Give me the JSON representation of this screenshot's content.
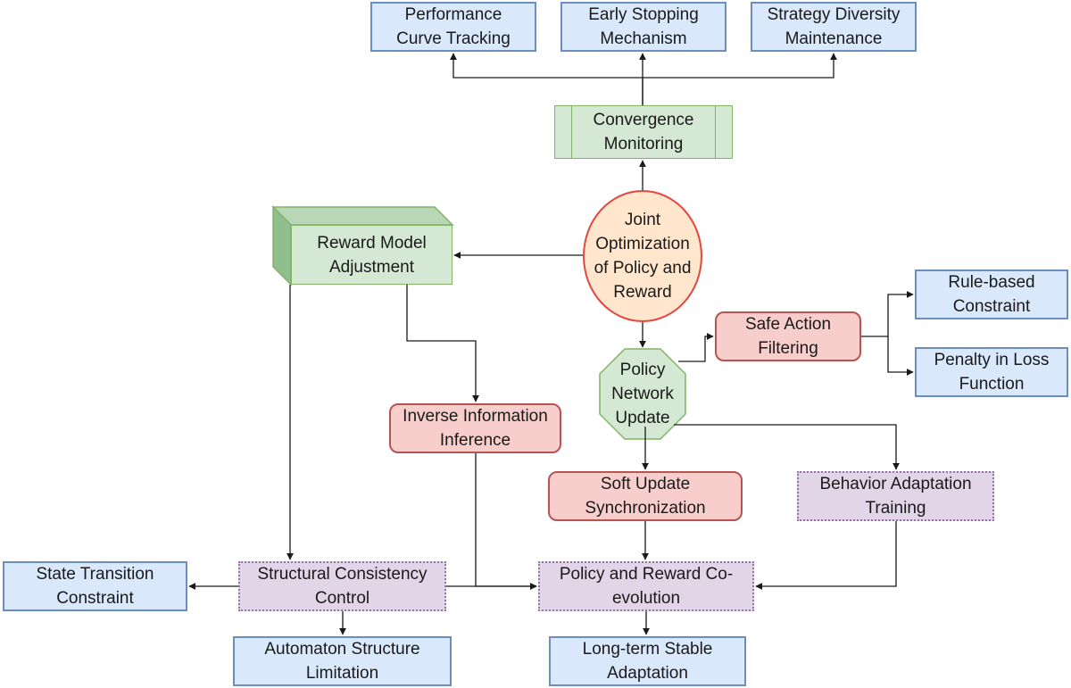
{
  "nodes": {
    "performance_curve_tracking": [
      "Performance",
      "Curve Tracking"
    ],
    "early_stopping": [
      "Early Stopping",
      "Mechanism"
    ],
    "strategy_diversity": [
      "Strategy Diversity",
      "Maintenance"
    ],
    "convergence_monitoring": [
      "Convergence",
      "Monitoring"
    ],
    "joint_optimization": [
      "Joint",
      "Optimization",
      "of Policy and",
      "Reward"
    ],
    "reward_model_adjustment": [
      "Reward Model",
      "Adjustment"
    ],
    "safe_action_filtering": [
      "Safe Action",
      "Filtering"
    ],
    "rule_based_constraint": [
      "Rule-based",
      "Constraint"
    ],
    "penalty_loss": [
      "Penalty in Loss",
      "Function"
    ],
    "policy_network_update": [
      "Policy",
      "Network",
      "Update"
    ],
    "inverse_information_inference": [
      "Inverse Information",
      "Inference"
    ],
    "soft_update": [
      "Soft Update",
      "Synchronization"
    ],
    "behavior_adaptation": [
      "Behavior Adaptation",
      "Training"
    ],
    "state_transition": [
      "State Transition",
      "Constraint"
    ],
    "structural_consistency": [
      "Structural Consistency",
      "Control"
    ],
    "policy_reward_coevolution": [
      "Policy and Reward Co-",
      "evolution"
    ],
    "automaton_structure": [
      "Automaton Structure",
      "Limitation"
    ],
    "long_term_stable": [
      "Long-term Stable",
      "Adaptation"
    ]
  },
  "colors": {
    "blue_fill": "#dae8fc",
    "blue_stroke": "#6c8ebf",
    "green_fill": "#d5e8d4",
    "green_stroke": "#82b366",
    "red_fill": "#f8cecc",
    "red_stroke": "#b85450",
    "purple_fill": "#e1d5e7",
    "purple_stroke": "#9673a6",
    "orange_fill": "#ffe6cc",
    "orange_stroke": "#e3473f",
    "edge": "#1a1a1a"
  },
  "edges": [
    {
      "from": "convergence_monitoring",
      "to": "performance_curve_tracking"
    },
    {
      "from": "convergence_monitoring",
      "to": "early_stopping"
    },
    {
      "from": "convergence_monitoring",
      "to": "strategy_diversity"
    },
    {
      "from": "joint_optimization",
      "to": "convergence_monitoring"
    },
    {
      "from": "joint_optimization",
      "to": "reward_model_adjustment"
    },
    {
      "from": "joint_optimization",
      "to": "policy_network_update"
    },
    {
      "from": "policy_network_update",
      "to": "safe_action_filtering"
    },
    {
      "from": "safe_action_filtering",
      "to": "rule_based_constraint"
    },
    {
      "from": "safe_action_filtering",
      "to": "penalty_loss"
    },
    {
      "from": "policy_network_update",
      "to": "soft_update"
    },
    {
      "from": "policy_network_update",
      "to": "behavior_adaptation"
    },
    {
      "from": "reward_model_adjustment",
      "to": "inverse_information_inference"
    },
    {
      "from": "reward_model_adjustment",
      "to": "structural_consistency"
    },
    {
      "from": "inverse_information_inference",
      "to": "policy_reward_coevolution"
    },
    {
      "from": "soft_update",
      "to": "policy_reward_coevolution"
    },
    {
      "from": "behavior_adaptation",
      "to": "policy_reward_coevolution"
    },
    {
      "from": "structural_consistency",
      "to": "state_transition"
    },
    {
      "from": "structural_consistency",
      "to": "policy_reward_coevolution"
    },
    {
      "from": "structural_consistency",
      "to": "automaton_structure"
    },
    {
      "from": "policy_reward_coevolution",
      "to": "long_term_stable"
    }
  ]
}
